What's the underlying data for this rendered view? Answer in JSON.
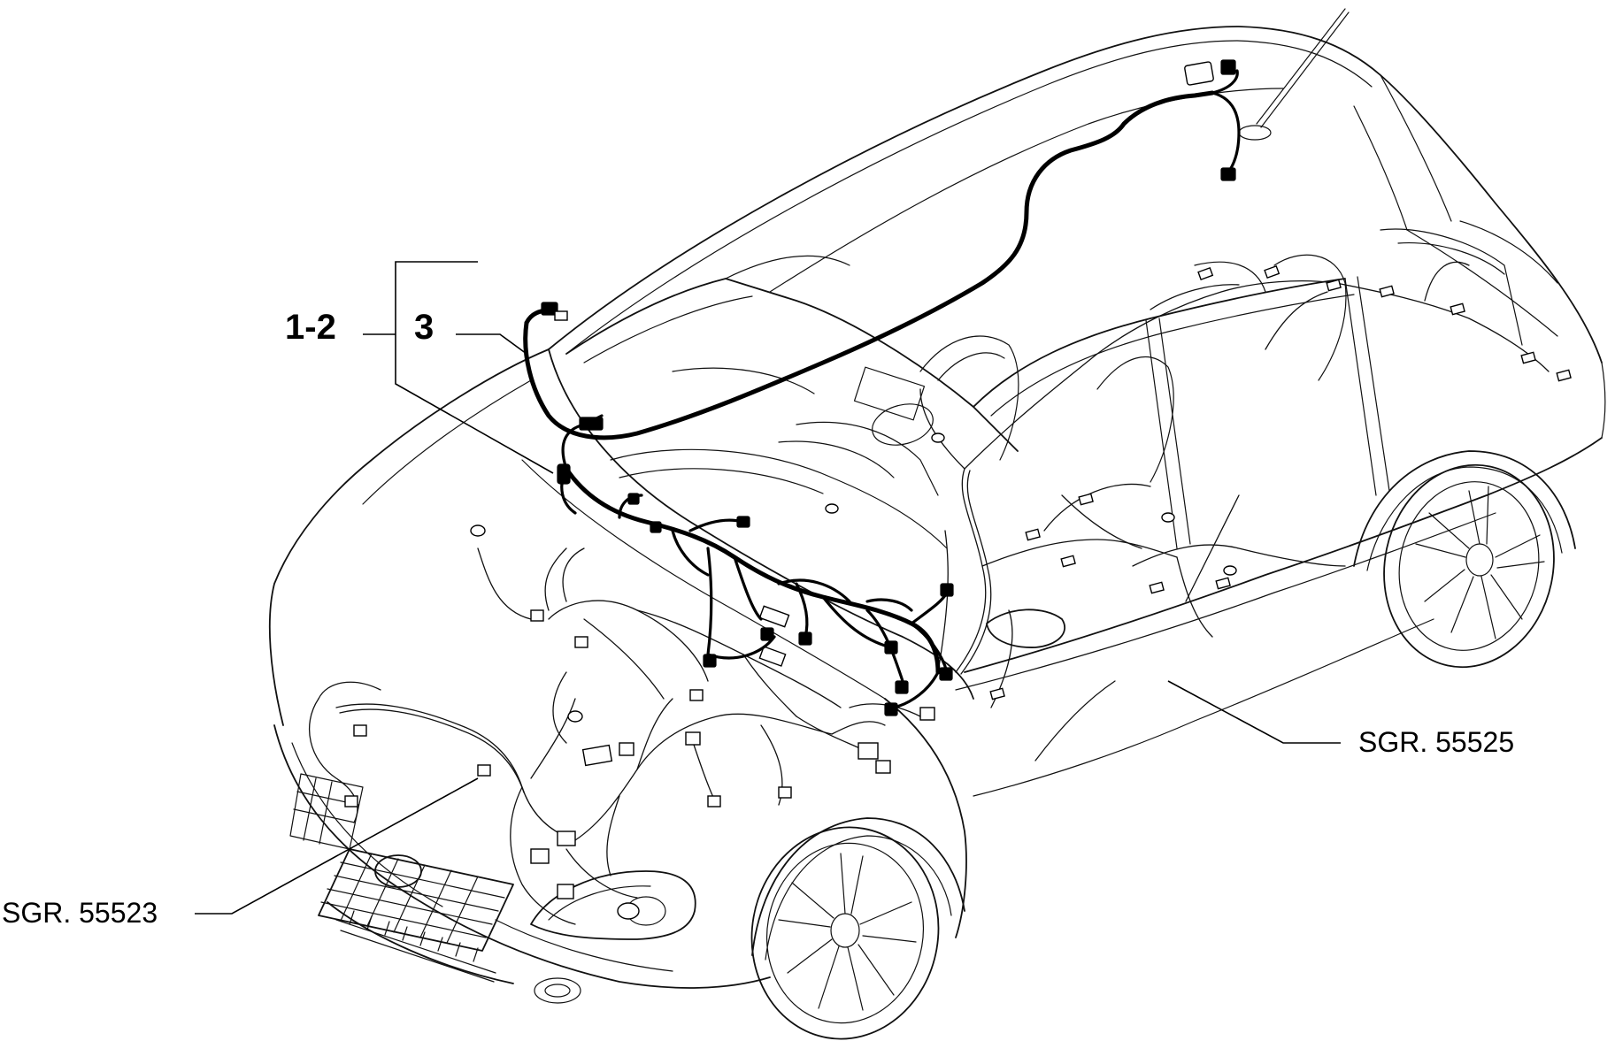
{
  "callouts": {
    "item_1_2": "1-2",
    "item_3": "3",
    "ref_rear": "SGR. 55525",
    "ref_front": "SGR. 55523"
  }
}
